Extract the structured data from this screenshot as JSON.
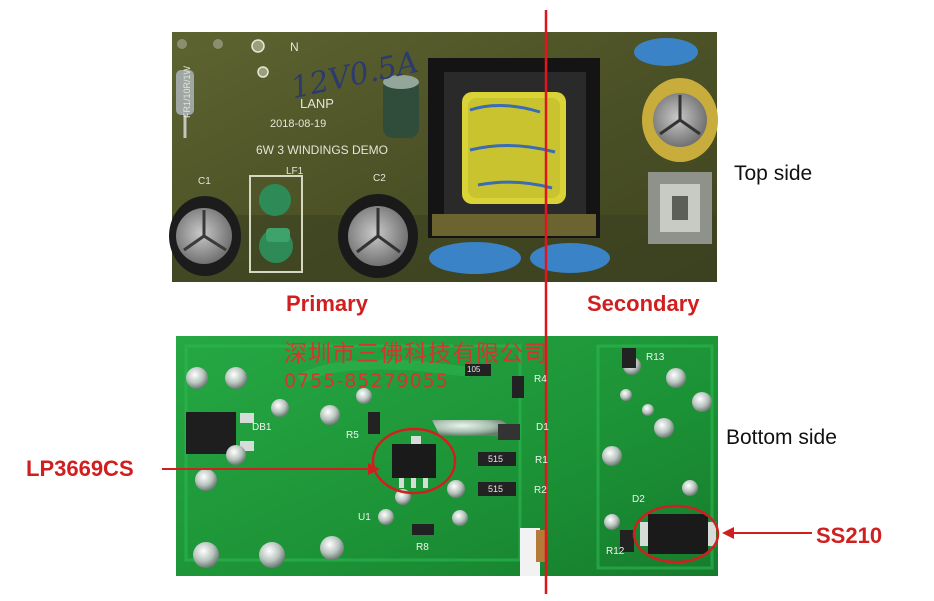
{
  "labels": {
    "top_side": "Top side",
    "bottom_side": "Bottom side",
    "primary": "Primary",
    "secondary": "Secondary",
    "lp3669cs": "LP3669CS",
    "ss210": "SS210"
  },
  "silkscreen": {
    "filter": "FR1/10R/1W",
    "brand": "LANP",
    "date": "2018-08-19",
    "demo": "6W 3 WINDINGS DEMO",
    "c1": "C1",
    "c2": "C2",
    "lf1": "LF1",
    "n": "N",
    "r5": "R5",
    "d1": "D1",
    "d2": "D2",
    "r4": "R4",
    "r1": "R1",
    "r2": "R2",
    "r8": "R8",
    "r12": "R12",
    "r13": "R13",
    "db1": "DB1",
    "u1": "U1",
    "r105": "105",
    "s515a": "515",
    "s515b": "515"
  },
  "handwriting": "12V0.5A",
  "watermark": {
    "company": "深圳市三佛科技有限公司",
    "phone": "0755-85279055"
  },
  "colors": {
    "accent_red": "#d01f1f",
    "watermark_red": "#e62b2b",
    "pcb_top": "#4f5527",
    "pcb_bottom": "#1f9a3a",
    "divider": "#e0161e"
  }
}
